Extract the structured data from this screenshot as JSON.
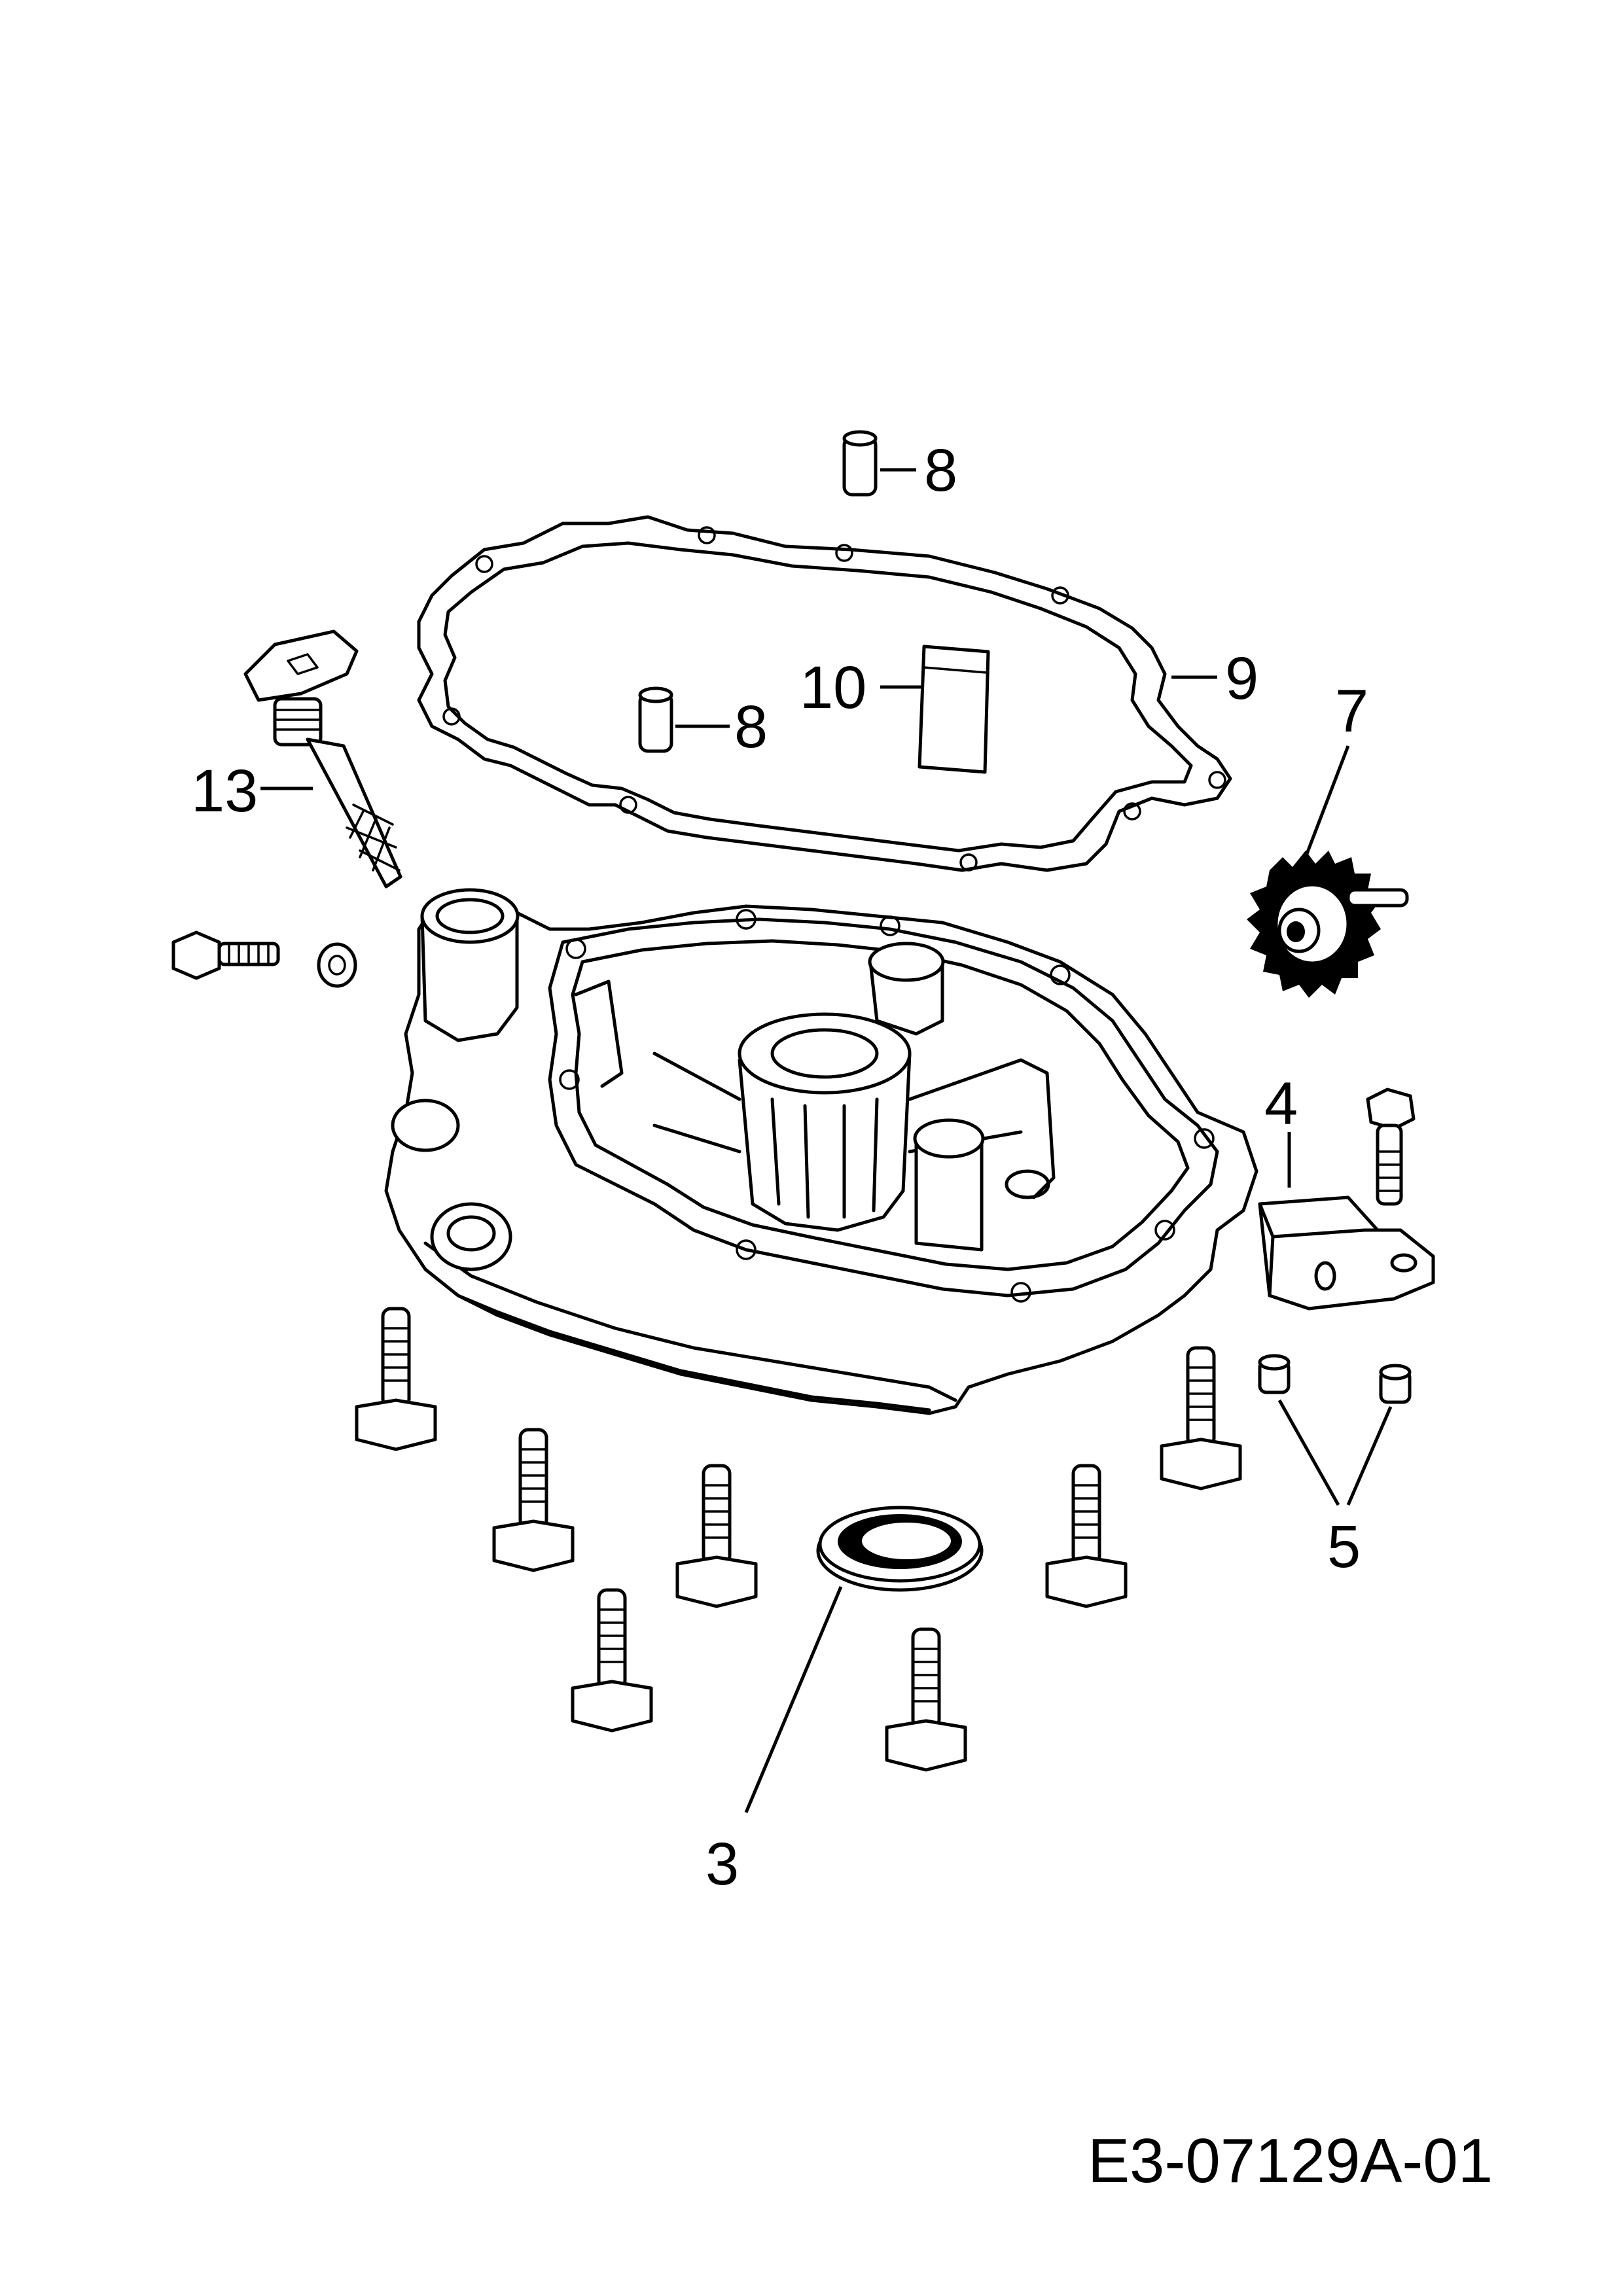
{
  "diagram": {
    "callouts": {
      "c3": "3",
      "c4": "4",
      "c5": "5",
      "c7": "7",
      "c8a": "8",
      "c8b": "8",
      "c9": "9",
      "c10": "10",
      "c13": "13"
    },
    "drawing_id": "E3-07129A-01"
  }
}
